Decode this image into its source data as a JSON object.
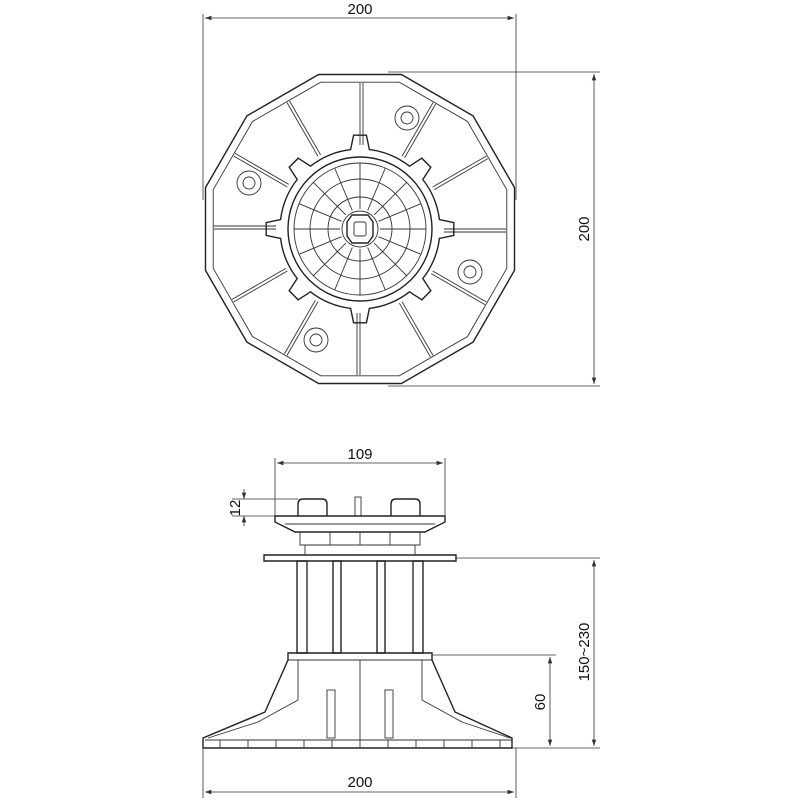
{
  "top_view": {
    "width_label": "200",
    "height_label": "200"
  },
  "side_view": {
    "head_width_label": "109",
    "head_height_label": "12",
    "adjust_range_label": "150~230",
    "base_height_label": "60",
    "base_width_label": "200"
  }
}
